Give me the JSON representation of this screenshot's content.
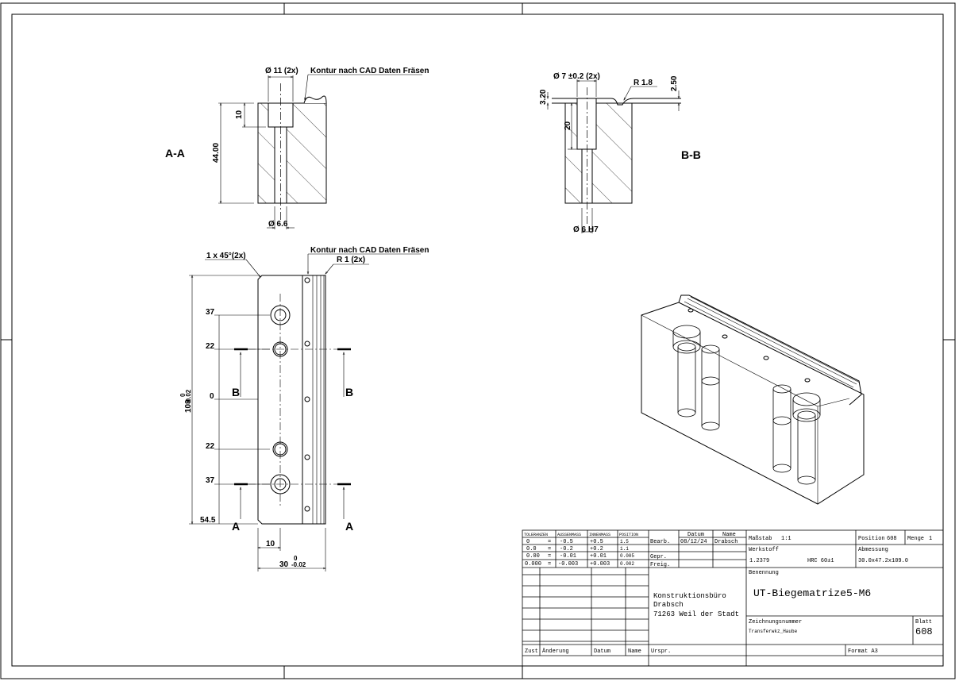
{
  "view_a": {
    "section_label": "A-A",
    "dim_top": "Ø  11 (2x)",
    "note_top": "Kontur nach CAD Daten Fräsen",
    "dim_left_small": "10",
    "dim_left_total": "44.00",
    "dim_bottom": "Ø  6.6"
  },
  "view_b": {
    "section_label": "B-B",
    "dim_top": "Ø  7 ±0.2 (2x)",
    "dim_radius": "R  1.8",
    "dim_left": "3.20",
    "dim_right": "2.50",
    "dim_depth": "20",
    "dim_bottom": "Ø  6 H7"
  },
  "plan_view": {
    "chamfer": "1 x 45°(2x)",
    "note": "Kontur nach CAD Daten Fräsen",
    "radius": "R  1 (2x)",
    "y_dims": [
      "37",
      "22",
      "0",
      "22",
      "37",
      "54.5"
    ],
    "length_nominal": "109",
    "length_tol_upper": "0",
    "length_tol_lower": "-0.02",
    "width_offset": "10",
    "width_nominal": "30",
    "width_tol_upper": "0",
    "width_tol_lower": "-0.02",
    "cut_a": "A",
    "cut_b": "B"
  },
  "title_block": {
    "tol_headers": [
      "TOLERANZEN",
      "AUSSENMASS",
      "INNENMASS",
      "POSITION"
    ],
    "tol_rows": [
      [
        "0",
        "=",
        "-0.5",
        "+0.5",
        "1.5"
      ],
      [
        "0.0",
        "=",
        "-0.2",
        "+0.2",
        "1.1"
      ],
      [
        "0.00",
        "=",
        "-0.01",
        "+0.01",
        "0.005"
      ],
      [
        "0.000",
        "=",
        "-0.003",
        "+0.003",
        "0.002"
      ]
    ],
    "col_datum": "Datum",
    "col_name": "Name",
    "row_bearb": "Bearb.",
    "row_gepr": "Gepr.",
    "row_freig": "Freig.",
    "bearb_date": "08/12/24",
    "bearb_name": "Drabsch",
    "massstab_label": "Maßstab",
    "massstab_value": "1:1",
    "position_label": "Position",
    "position_value": "608",
    "menge_label": "Menge",
    "menge_value": "1",
    "werkstoff_label": "Werkstoff",
    "werkstoff_value": "1.2379",
    "hardness": "HRC 60±1",
    "abmessung_label": "Abmessung",
    "abmessung_value": "30.0x47.2x109.0",
    "company_line1": "Konstruktionsbüro",
    "company_line2": "Drabsch",
    "company_line3": "71263 Weil der Stadt",
    "benennung_label": "Benennung",
    "benennung_value": "UT-Biegematrize5-M6",
    "zeichnung_label": "Zeichnungsnummer",
    "zeichnung_value": "Transferwkz_Haube",
    "blatt_label": "Blatt",
    "blatt_value": "608",
    "rev_headers": [
      "Zust",
      "Änderung",
      "Datum",
      "Name",
      "Urspr."
    ],
    "format": "Format A3"
  }
}
